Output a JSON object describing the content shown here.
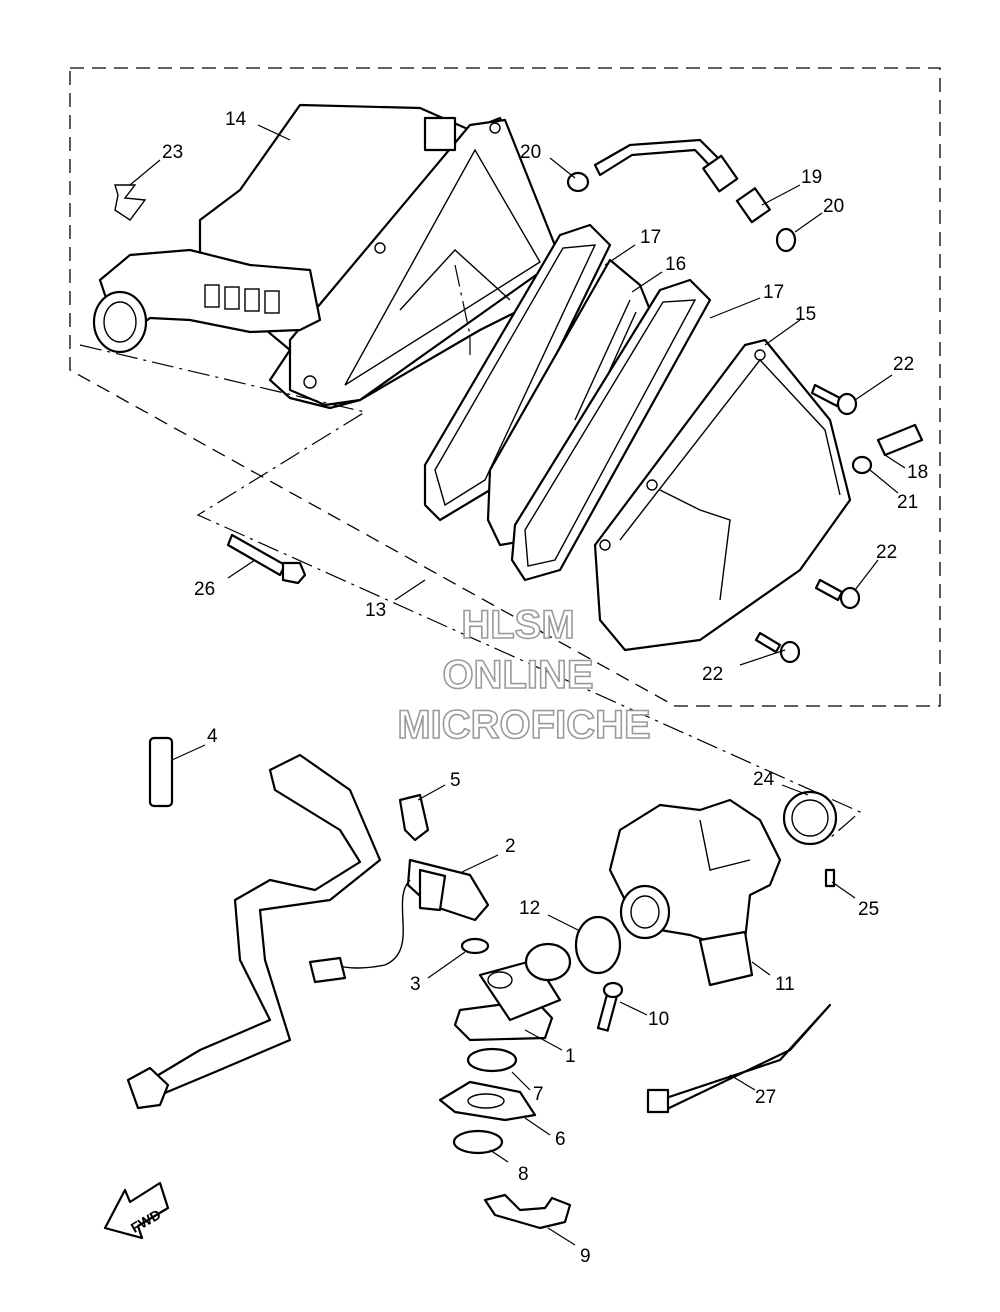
{
  "watermark": {
    "line1": "HLSM",
    "line2": "ONLINE",
    "line3": "MICROFICHE"
  },
  "direction_label": "FWD",
  "callouts": {
    "c1": "1",
    "c2": "2",
    "c3": "3",
    "c4": "4",
    "c5": "5",
    "c6": "6",
    "c7": "7",
    "c8": "8",
    "c9": "9",
    "c10": "10",
    "c11": "11",
    "c12": "12",
    "c13": "13",
    "c14": "14",
    "c15": "15",
    "c16": "16",
    "c17a": "17",
    "c17b": "17",
    "c18": "18",
    "c19": "19",
    "c20a": "20",
    "c20b": "20",
    "c21": "21",
    "c22a": "22",
    "c22b": "22",
    "c22c": "22",
    "c23": "23",
    "c24": "24",
    "c25": "25",
    "c26": "26",
    "c27": "27"
  }
}
